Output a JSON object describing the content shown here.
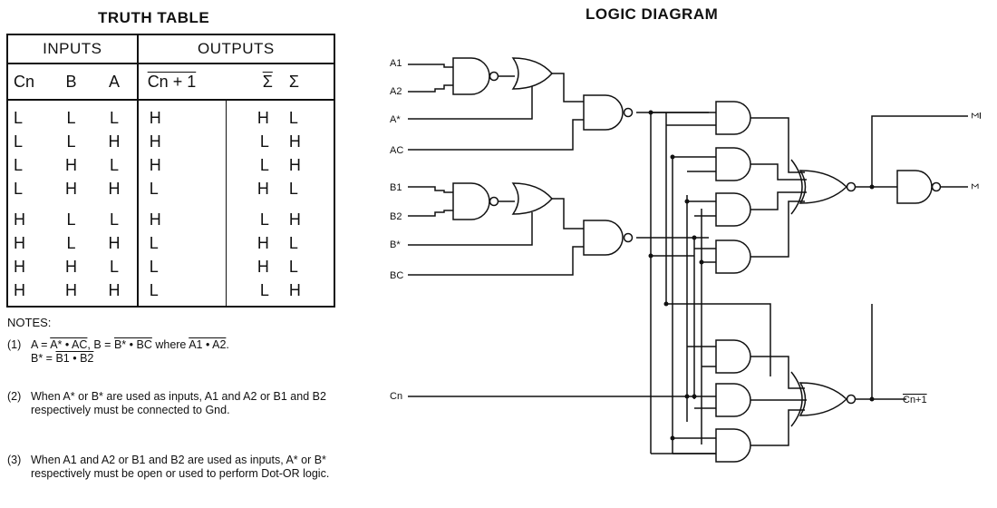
{
  "truth_table": {
    "title": "TRUTH TABLE",
    "group_inputs": "INPUTS",
    "group_outputs": "OUTPUTS",
    "col_cn": "Cn",
    "col_b": "B",
    "col_a": "A",
    "col_cn1": "Cn + 1",
    "col_sigma_bar": "Σ",
    "col_sigma": "Σ",
    "rows": [
      [
        "L",
        "L",
        "L",
        "H",
        "H",
        "L"
      ],
      [
        "L",
        "L",
        "H",
        "H",
        "L",
        "H"
      ],
      [
        "L",
        "H",
        "L",
        "H",
        "L",
        "H"
      ],
      [
        "L",
        "H",
        "H",
        "L",
        "H",
        "L"
      ],
      [
        "H",
        "L",
        "L",
        "H",
        "L",
        "H"
      ],
      [
        "H",
        "L",
        "H",
        "L",
        "H",
        "L"
      ],
      [
        "H",
        "H",
        "L",
        "L",
        "H",
        "L"
      ],
      [
        "H",
        "H",
        "H",
        "L",
        "L",
        "H"
      ]
    ]
  },
  "notes": {
    "heading": "NOTES:",
    "n1_num": "(1)",
    "n1_a": "A =",
    "n1_a_expr": "A* • AC",
    "n1_b": ", B =",
    "n1_b_expr": "B* • BC",
    "n1_where": "where",
    "n1_w_expr": "A1 • A2",
    "n1_line2_lhs": "B* =",
    "n1_line2_expr": "B1 • B2",
    "n2_num": "(2)",
    "n2_text": "When A* or B* are used as inputs, A1 and A2 or B1 and B2 respectively must be connected to Gnd.",
    "n3_num": "(3)",
    "n3_text": "When A1 and A2 or B1 and B2 are used as inputs, A* or B* respectively must be open or used to perform Dot-OR logic."
  },
  "logic_diagram": {
    "title": "LOGIC DIAGRAM",
    "labels": {
      "a1": "A1",
      "a2": "A2",
      "astar": "A*",
      "ac": "AC",
      "b1": "B1",
      "b2": "B2",
      "bstar": "B*",
      "bc": "BC",
      "cn": "Cn",
      "out_sigma_bar": "Σ",
      "out_sigma": "Σ",
      "out_cn1": "Cn+1"
    }
  }
}
